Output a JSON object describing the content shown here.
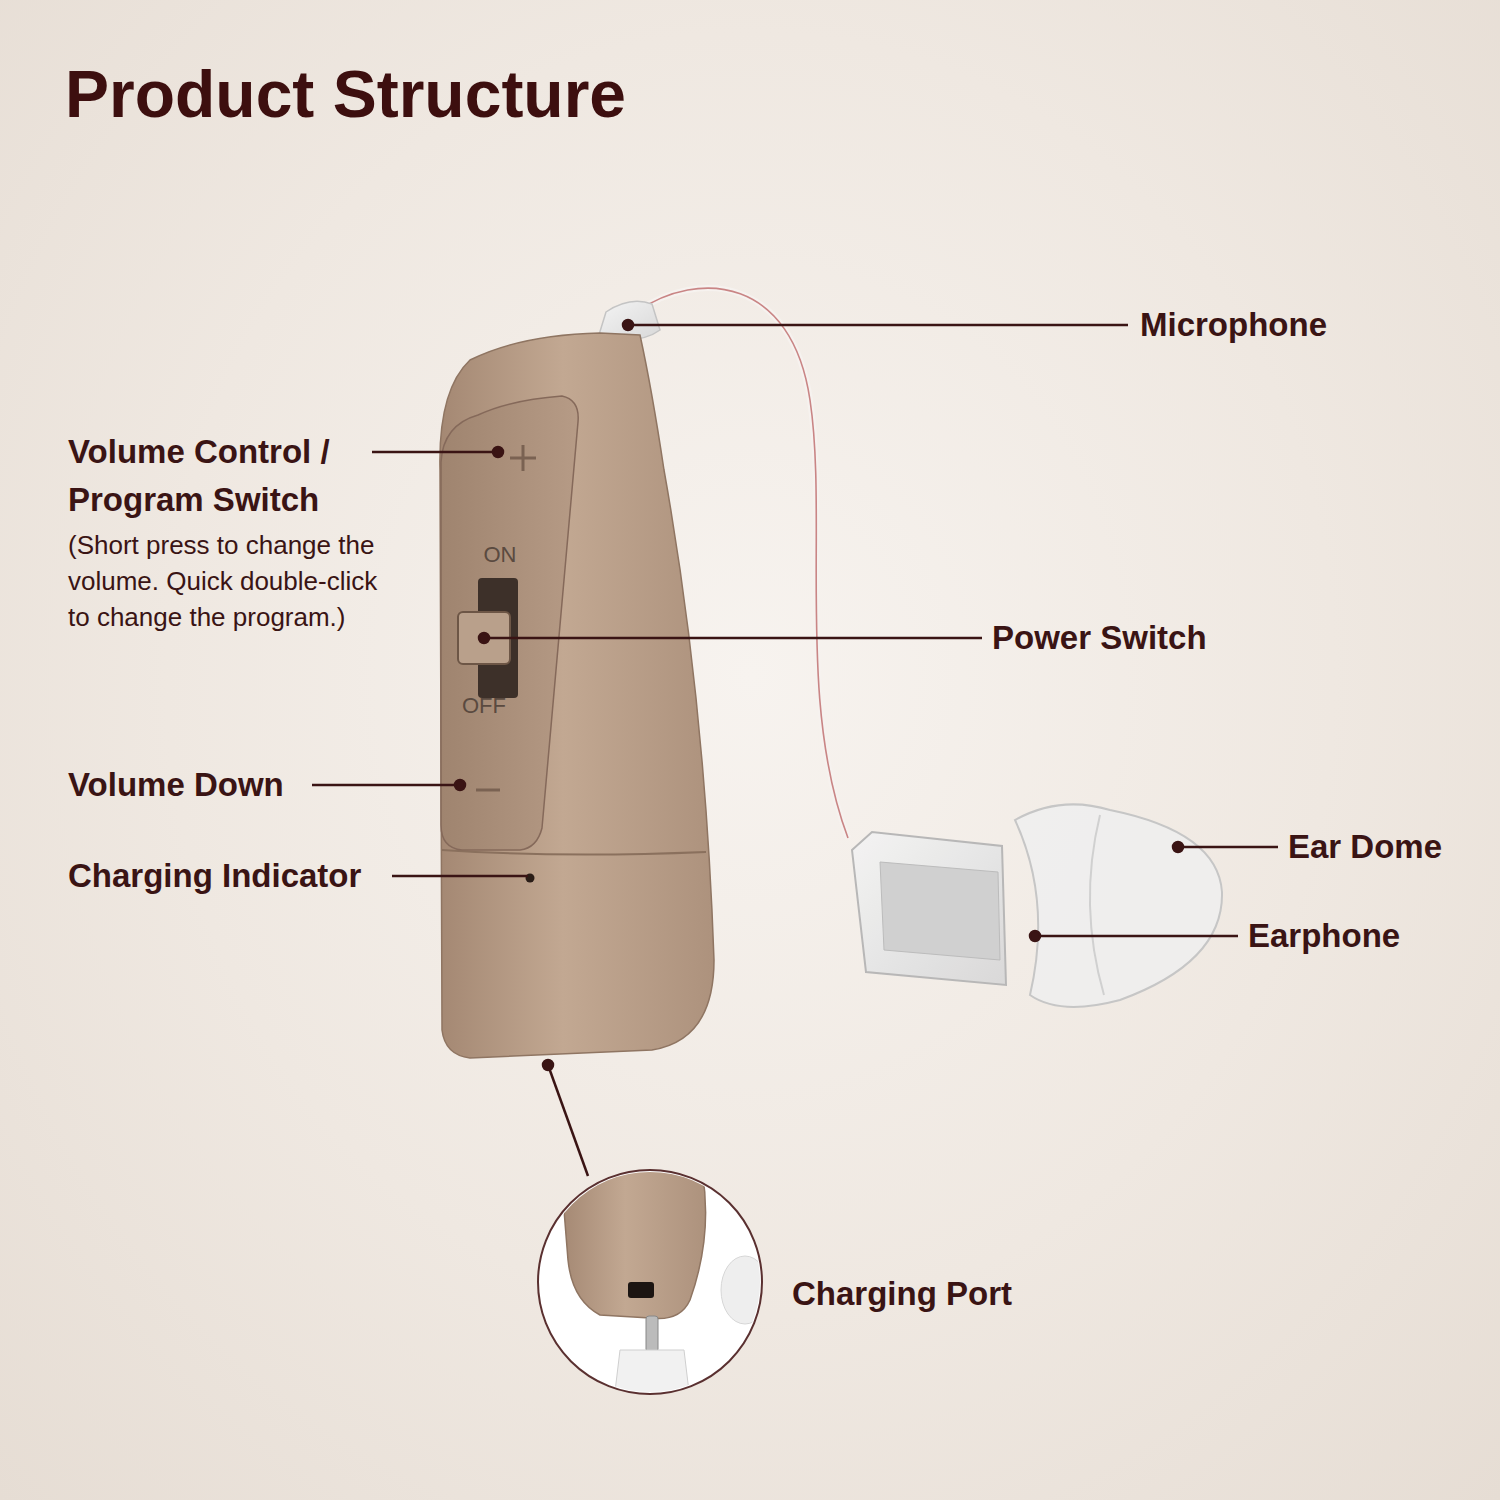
{
  "diagram": {
    "title": "Product Structure",
    "labels": [
      "Microphone",
      "Volume Control / Program Switch",
      "(Short press to change the volume. Quick double-click to change the program.)",
      "ON",
      "Power Switch",
      "OFF",
      "Volume Down",
      "Ear Dome",
      "Charging Indicator",
      "Earphone",
      "Charging Port"
    ]
  }
}
